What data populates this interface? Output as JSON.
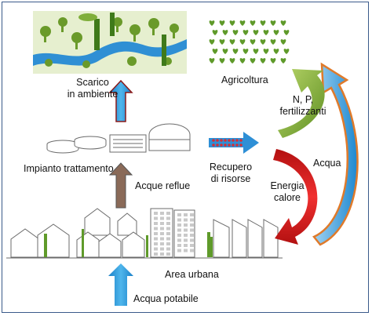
{
  "labels": {
    "scarico_line1": "Scarico",
    "scarico_line2": "in ambiente",
    "agricoltura": "Agricoltura",
    "npk_line1": "N, P,",
    "npk_line2": "fertilizzanti",
    "impianto": "Impianto trattamento",
    "acque_reflue": "Acque reflue",
    "recupero_line1": "Recupero",
    "recupero_line2": "di risorse",
    "acqua": "Acqua",
    "energia_line1": "Energia",
    "energia_line2": "calore",
    "area_urbana": "Area urbana",
    "acqua_potabile": "Acqua potabile"
  },
  "icons": {
    "environment": "landscape-river-trees-icon",
    "crops": "crop-field-icon",
    "treatment_plant": "treatment-plant-icon",
    "city": "urban-area-icon"
  },
  "colors": {
    "blue_arrow": "#1e9ad6",
    "brown_arrow": "#8a6a58",
    "river": "#2f8fd4",
    "trees": "#6a9a2a",
    "green_curve": "#7aa83a",
    "red_curve": "#e02020",
    "orange_curve": "#e07a2a",
    "recovery_arrow": "#2e8fd6",
    "recovery_dots": "#d0303a"
  }
}
